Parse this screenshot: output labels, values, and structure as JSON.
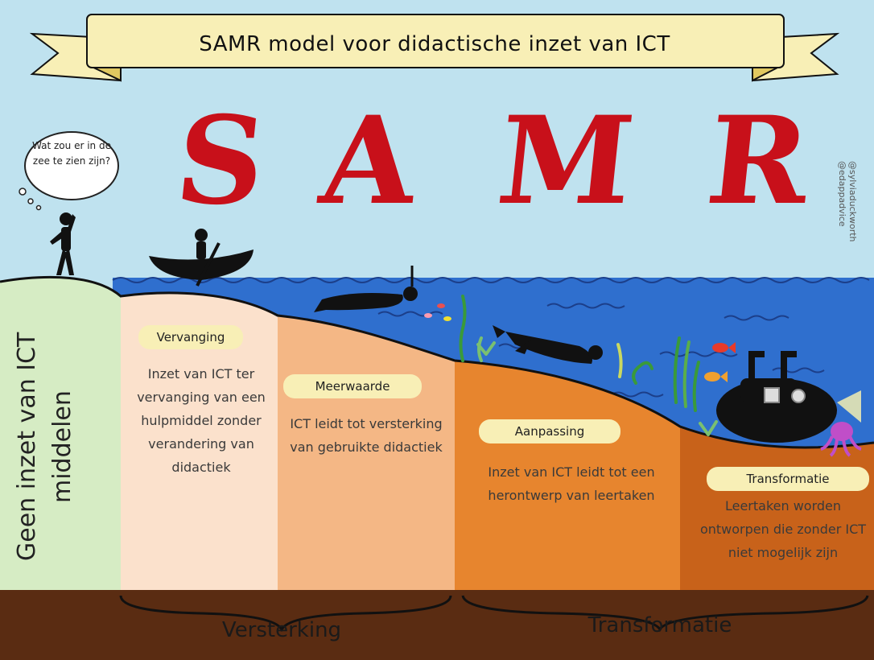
{
  "title": "SAMR model voor didactische inzet van ICT",
  "letters": [
    "S",
    "A",
    "M",
    "R"
  ],
  "thought": "Wat zou er in de zee te zien zijn?",
  "credit": [
    "@sylviaduckworth",
    "@edappadvice"
  ],
  "no_ict": "Geen inzet van ICT middelen",
  "levels": [
    {
      "label": "Vervanging",
      "description": "Inzet van ICT ter vervanging van een hulpmiddel zonder verandering van didactiek"
    },
    {
      "label": "Meerwaarde",
      "description": "ICT leidt tot versterking van gebruikte didactiek"
    },
    {
      "label": "Aanpassing",
      "description": "Inzet van ICT leidt tot een herontwerp van leertaken"
    },
    {
      "label": "Transformatie",
      "description": "Leertaken worden ontworpen die zonder ICT niet mogelijk zijn"
    }
  ],
  "groups": [
    "Versterking",
    "Transformatie"
  ],
  "colors": {
    "sky": "#bfe2ef",
    "sea": "#2f6fce",
    "banner": "#f8efb6",
    "letters": "#c8101a",
    "green": "#d6ecc4",
    "vervanging": "#fbe1cc",
    "meerwaarde": "#f4b785",
    "aanpassing": "#e7852e",
    "transformatie": "#c8621a",
    "ground": "#5a2c12"
  }
}
